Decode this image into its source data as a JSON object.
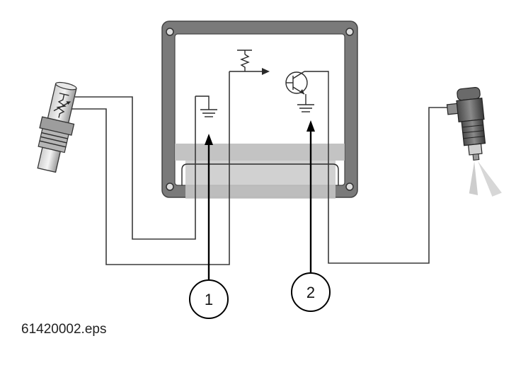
{
  "callouts": [
    {
      "label": "1"
    },
    {
      "label": "2"
    }
  ],
  "caption": "61420002.eps",
  "colors": {
    "housing_frame": "#7a7a7a",
    "connector_band": "#bdbdbd",
    "wire": "#3a3a3a"
  },
  "icons": {
    "left_component": "temperature-sensor-icon",
    "right_component": "fuel-injector-icon",
    "ecu_input_symbol": "ground-icon",
    "ecu_reference_symbol": "resistor-icon",
    "ecu_output_symbol": "transistor-icon"
  }
}
